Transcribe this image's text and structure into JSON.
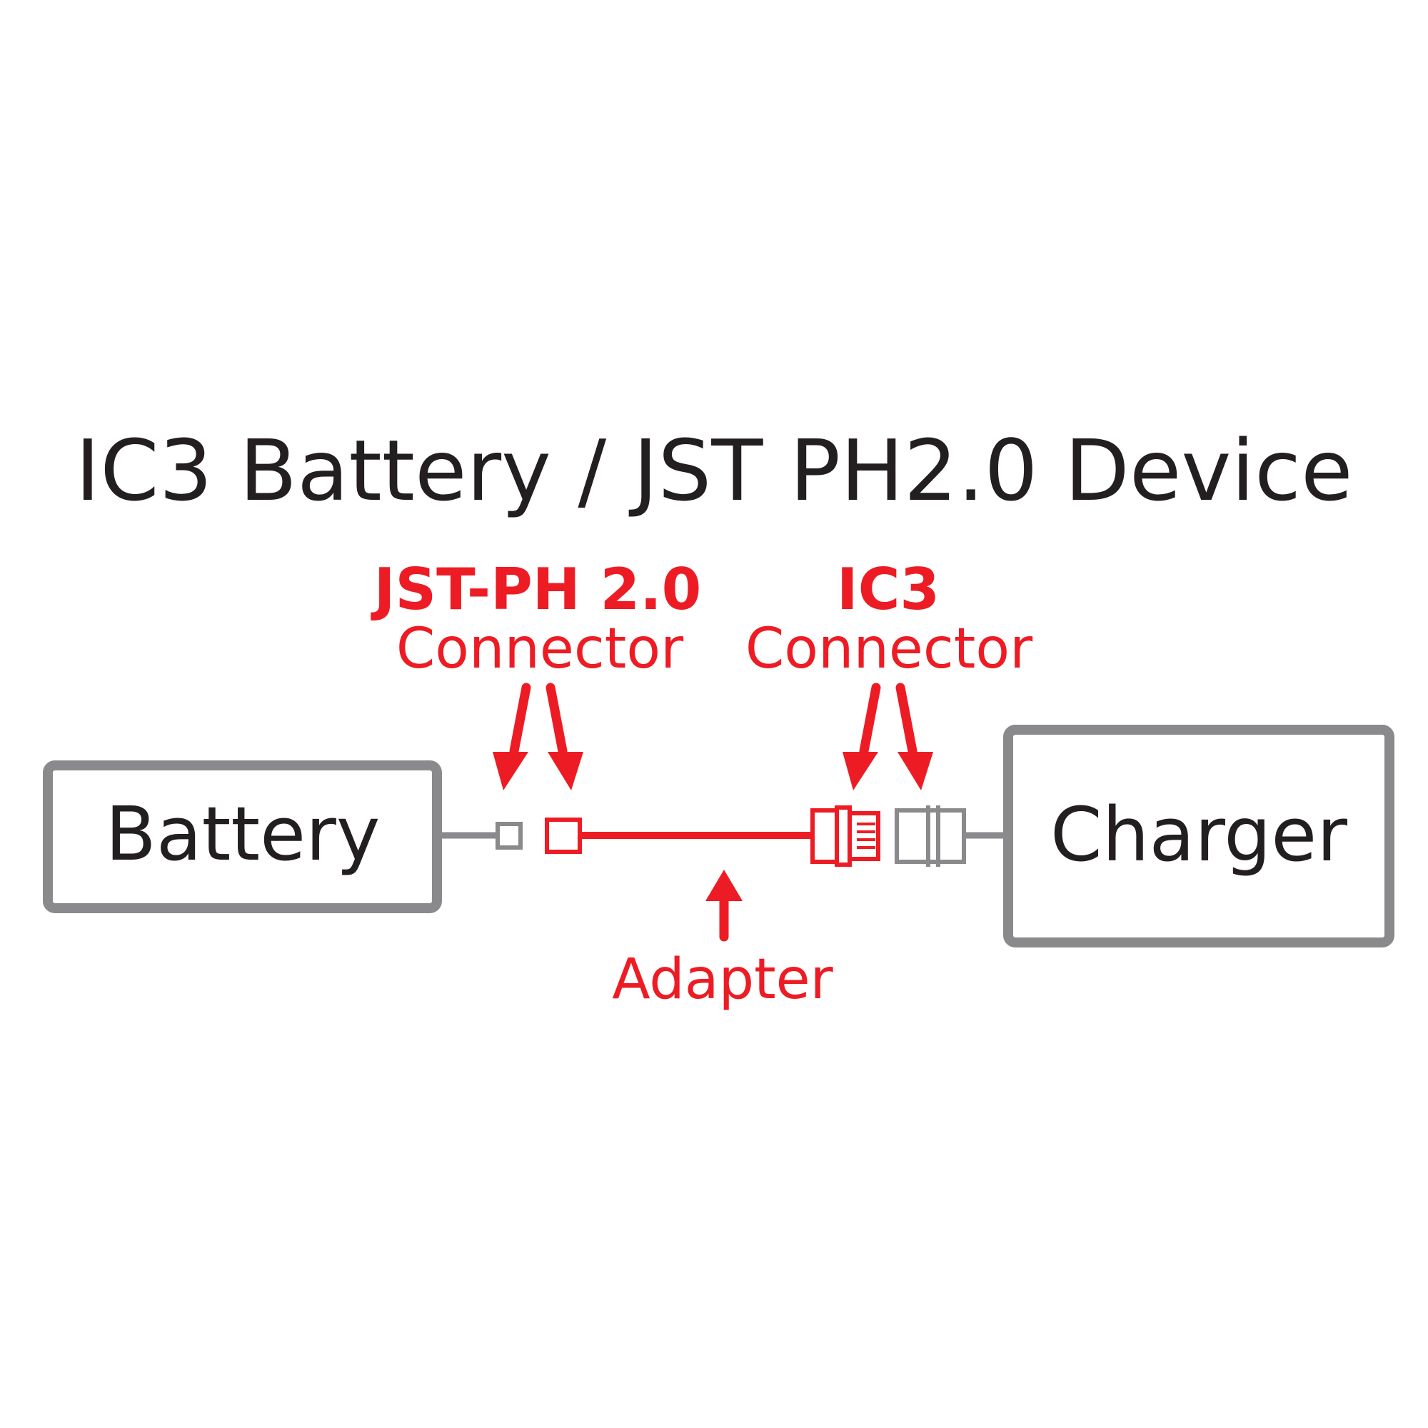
{
  "title": "IC3 Battery / JST PH2.0 Device",
  "battery_label": "Battery",
  "charger_label": "Charger",
  "jst_callout": {
    "line1": "JST-PH 2.0",
    "line2": "Connector"
  },
  "ic3_callout": {
    "line1": "IC3",
    "line2": "Connector"
  },
  "adapter_label": "Adapter",
  "colors": {
    "accent_red": "#ed1c24",
    "outline_gray": "#8a8a8c",
    "text_black": "#231f20"
  }
}
